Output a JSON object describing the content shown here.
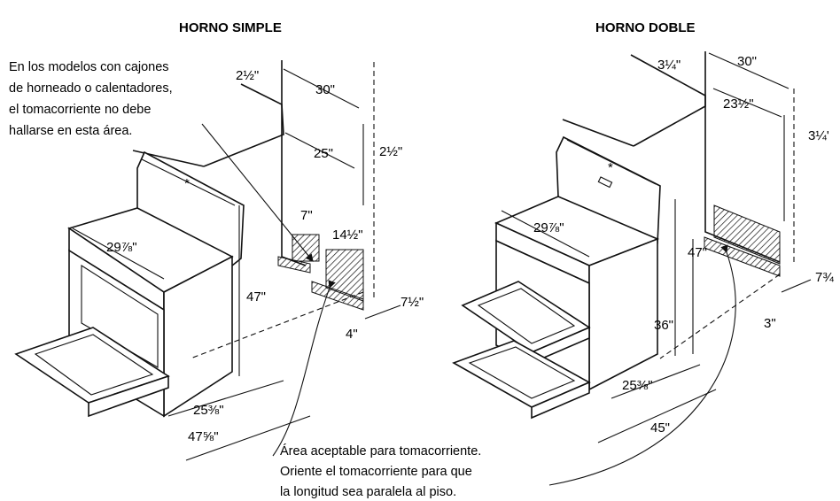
{
  "titles": {
    "single": "HORNO SIMPLE",
    "double": "HORNO DOBLE"
  },
  "notes": {
    "no_outlet": [
      "En los modelos con cajones",
      "de horneado o calentadores,",
      "el tomacorriente no debe",
      "hallarse en esta área."
    ],
    "acceptable": [
      "Área aceptable para tomacorriente.",
      "Oriente el tomacorriente para que",
      "la longitud sea paralela al piso."
    ]
  },
  "single": {
    "d_2_1_2_top": "2½\"",
    "d_30": "30\"",
    "d_25": "25\"",
    "d_2_1_2_right": "2½\"",
    "d_star": "*",
    "d_7": "7\"",
    "d_14_1_2": "14½\"",
    "d_29_7_8": "29⅞\"",
    "d_47": "47\"",
    "d_7_1_2": "7½\"",
    "d_4": "4\"",
    "d_25_3_8": "25⅜\"",
    "d_47_5_8": "47⅝\""
  },
  "double": {
    "d_3_1_4_top": "3¼\"",
    "d_30": "30\"",
    "d_23_1_2": "23½\"",
    "d_3_1_4_right": "3¼'",
    "d_star": "*",
    "d_29_7_8": "29⅞\"",
    "d_47": "47\"",
    "d_36": "36\"",
    "d_7_3_4": "7¾",
    "d_3": "3\"",
    "d_25_3_8": "25⅜\"",
    "d_45": "45\""
  }
}
